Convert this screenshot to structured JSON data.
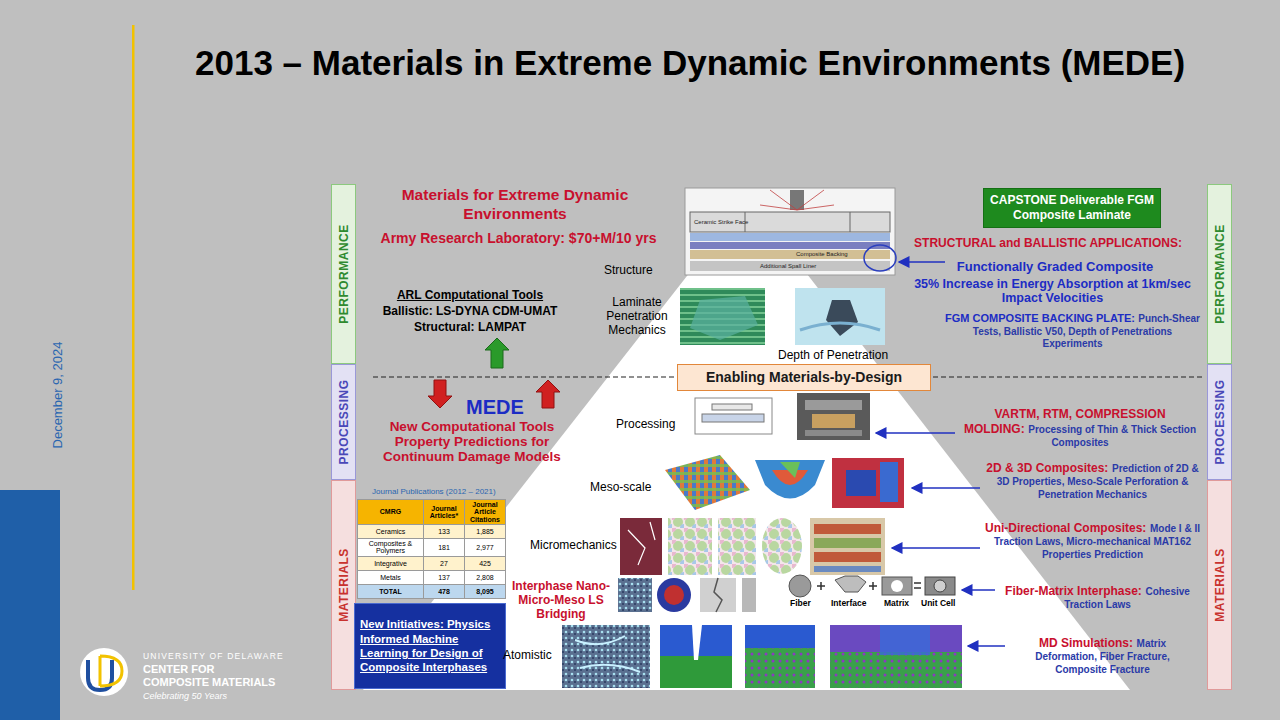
{
  "diagram": {
    "title": "2013 – Materials in Extreme Dynamic Environments (MEDE)",
    "nodes": [
      {
        "text": [
          "PERFORMANCE"
        ]
      },
      {
        "text": [
          "PROCESSING"
        ]
      },
      {
        "text": [
          "MATERIALS"
        ]
      },
      {
        "text": [
          "PERFORMANCE"
        ]
      },
      {
        "text": [
          "PROCESSING"
        ]
      },
      {
        "text": [
          "MATERIALS"
        ]
      },
      {
        "text": [
          "CAPSTONE Deliverable FGM Composite Laminate"
        ]
      },
      {
        "text": [
          "Enabling Materials-by-Design"
        ]
      },
      {
        "text": [
          "New Initiatives: Physics Informed Machine Learning for Design of Composite Interphases"
        ]
      }
    ],
    "labels": [
      "December 9, 2024",
      "UNIVERSITY OF DELAWARE",
      "CENTER FOR COMPOSITE MATERIALS",
      "Celebrating 50 Years",
      "Materials for Extreme Dynamic Environments",
      "Army Research Laboratory: $70+M/10 yrs",
      "ARL Computational Tools",
      "Ballistic: LS-DYNA CDM-UMAT",
      "Structural: LAMPAT",
      "MEDE",
      "New Computational Tools Property Predictions for Continuum Damage Models",
      "Journal Publications (2012 – 2021)",
      "CMRG",
      "Journal Articles*",
      "Journal Article Citations",
      "Ceramics",
      "133",
      "1,885",
      "Composites & Polymers",
      "181",
      "2,977",
      "Integrative",
      "27",
      "425",
      "Metals",
      "137",
      "2,808",
      "TOTAL",
      "478",
      "8,095",
      "Structure",
      "Laminate Penetration Mechanics",
      "Depth of Penetration",
      "Processing",
      "Meso-scale",
      "Micromechanics",
      "Interphase Nano-Micro-Meso LS Bridging",
      "Atomistic",
      "Fiber",
      "Interface",
      "Matrix",
      "Unit Cell",
      "STRUCTURAL and BALLISTIC APPLICATIONS:",
      "Functionally Graded Composite",
      "35% Increase in Energy Absorption at 1km/sec Impact Velocities",
      "FGM COMPOSITE BACKING PLATE:",
      "Punch-Shear Tests, Ballistic V50, Depth of Penetrations Experiments",
      "VARTM, RTM, COMPRESSION MOLDING:",
      "Processing of Thin & Thick Section Composites",
      "2D & 3D Composites:",
      "Prediction of 2D & 3D Properties, Meso-Scale Perforation & Penetration Mechanics",
      "Uni-Directional Composites:",
      "Mode I & II Traction Laws, Micro-mechanical MAT162 Properties Prediction",
      "Fiber-Matrix Interphase:",
      "Cohesive Traction Laws",
      "MD Simulations:",
      "Matrix Deformation, Fiber Fracture, Composite Fracture",
      "Ceramic Strike Face",
      "Composite Backing",
      "Additional Spall Liner"
    ]
  }
}
